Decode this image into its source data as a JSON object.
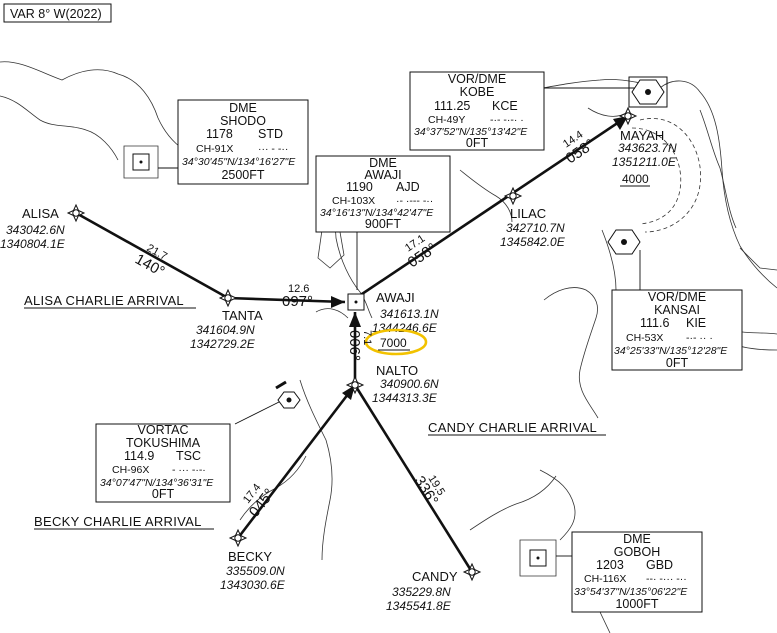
{
  "variation": "VAR 8° W(2022)",
  "navaids": {
    "shodo": {
      "type": "DME",
      "name": "SHODO",
      "freq": "1178",
      "ident": "STD",
      "channel": "CH-91X",
      "morse": "···  -  -··",
      "coord": "34°30'45\"N/134°16'27\"E",
      "elev": "2500FT"
    },
    "awaji": {
      "type": "DME",
      "name": "AWAJI",
      "freq": "1190",
      "ident": "AJD",
      "channel": "CH-103X",
      "morse": "·-  ·---  -··",
      "coord": "34°16'13\"N/134°42'47\"E",
      "elev": "900FT"
    },
    "kobe": {
      "type": "VOR/DME",
      "name": "KOBE",
      "freq": "111.25",
      "ident": "KCE",
      "channel": "CH-49Y",
      "morse": "-·-  -·-·  ·",
      "coord": "34°37'52\"N/135°13'42\"E",
      "elev": "0FT"
    },
    "kansai": {
      "type": "VOR/DME",
      "name": "KANSAI",
      "freq": "111.6",
      "ident": "KIE",
      "channel": "CH-53X",
      "morse": "-·-  ··  ·",
      "coord": "34°25'33\"N/135°12'28\"E",
      "elev": "0FT"
    },
    "tokushima": {
      "type": "VORTAC",
      "name": "TOKUSHIMA",
      "freq": "114.9",
      "ident": "TSC",
      "channel": "CH-96X",
      "morse": "-  ···  -·-·",
      "coord": "34°07'47\"N/134°36'31\"E",
      "elev": "0FT"
    },
    "goboh": {
      "type": "DME",
      "name": "GOBOH",
      "freq": "1203",
      "ident": "GBD",
      "channel": "CH-116X",
      "morse": "--·  -···  -··",
      "coord": "33°54'37\"N/135°06'22\"E",
      "elev": "1000FT"
    }
  },
  "fixes": {
    "alisa": {
      "name": "ALISA",
      "lat": "343042.6N",
      "lon": "1340804.1E"
    },
    "tanta": {
      "name": "TANTA",
      "lat": "341604.9N",
      "lon": "1342729.2E"
    },
    "awaji": {
      "name": "AWAJI",
      "lat": "341613.1N",
      "lon": "1344246.6E",
      "alt": "7000"
    },
    "nalto": {
      "name": "NALTO",
      "lat": "340900.6N",
      "lon": "1344313.3E"
    },
    "lilac": {
      "name": "LILAC",
      "lat": "342710.7N",
      "lon": "1345842.0E"
    },
    "mayah": {
      "name": "MAYAH",
      "lat": "343623.7N",
      "lon": "1351211.0E",
      "alt": "4000"
    },
    "becky": {
      "name": "BECKY",
      "lat": "335509.0N",
      "lon": "1343030.6E"
    },
    "candy": {
      "name": "CANDY",
      "lat": "335229.8N",
      "lon": "1345541.8E"
    }
  },
  "legs": {
    "alisa_tanta": {
      "course": "140°",
      "dist": "21.7"
    },
    "tanta_awaji": {
      "course": "097°",
      "dist": "12.6"
    },
    "awaji_nalto": {
      "course": "006°",
      "dist": "7.1"
    },
    "awaji_lilac": {
      "course": "058°",
      "dist": "17.1"
    },
    "lilac_mayah": {
      "course": "058°",
      "dist": "14.4"
    },
    "becky_nalto": {
      "course": "045°",
      "dist": "17.4"
    },
    "candy_nalto": {
      "course": "336°",
      "dist": "19.5"
    }
  },
  "arrivals": {
    "alisa": "ALISA  CHARLIE  ARRIVAL",
    "candy": "CANDY  CHARLIE  ARRIVAL",
    "becky": "BECKY  CHARLIE  ARRIVAL"
  }
}
